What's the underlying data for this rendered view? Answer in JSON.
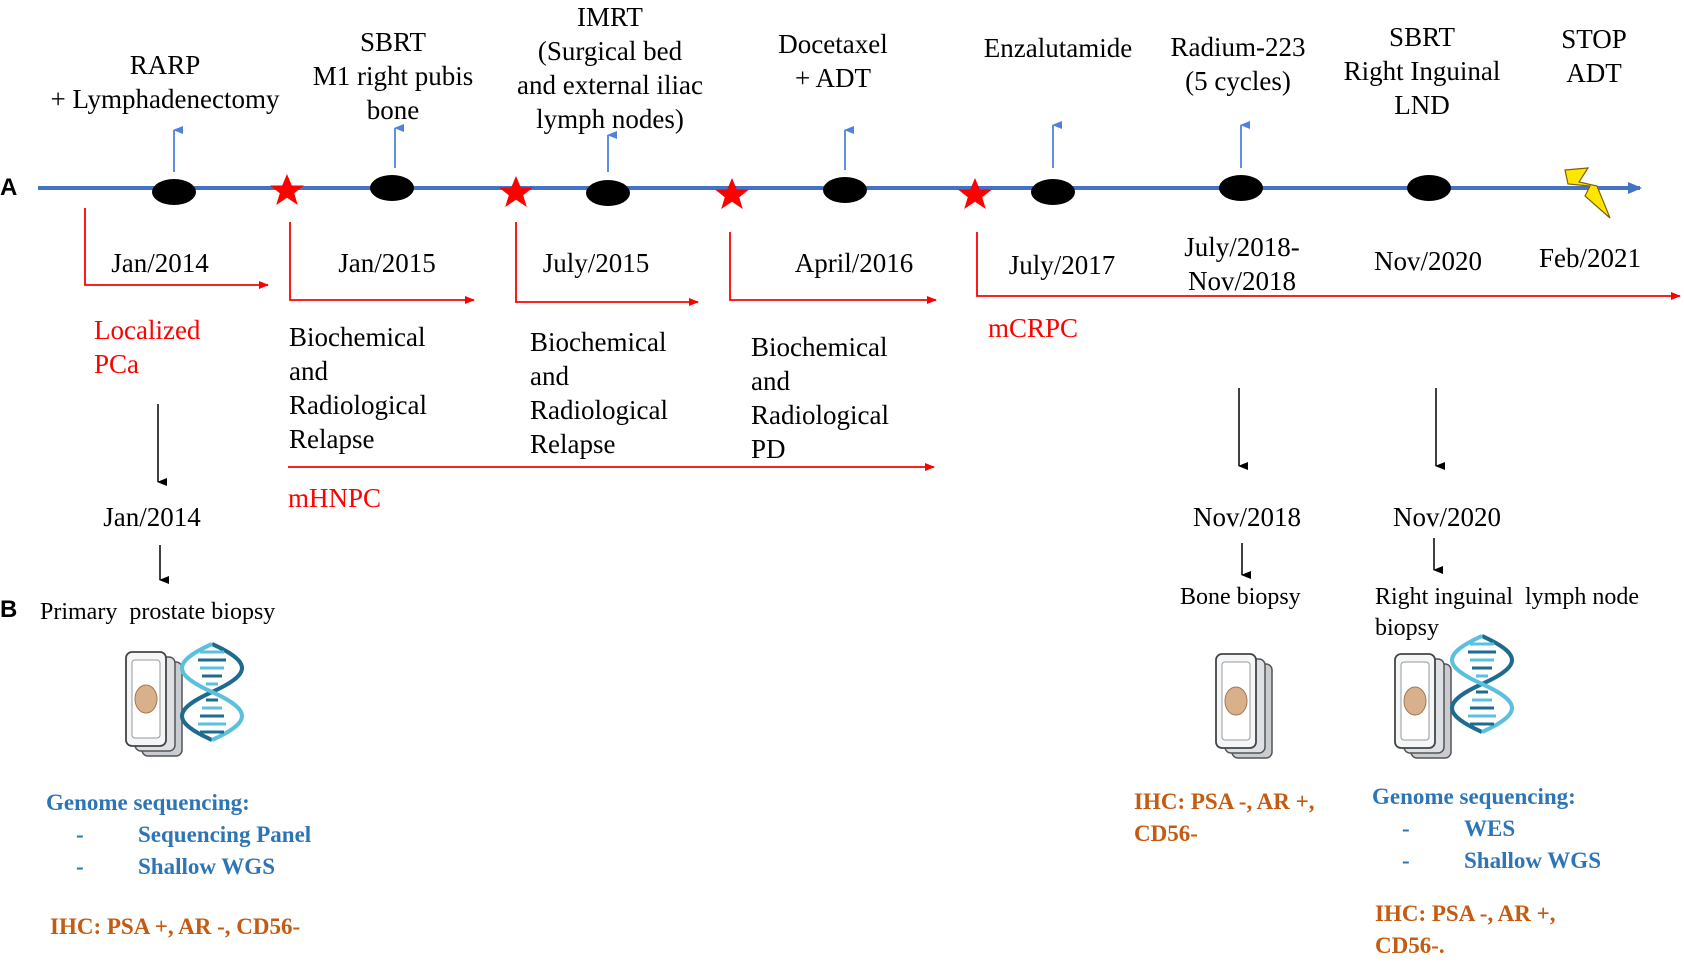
{
  "panel_labels": {
    "a": "A",
    "b": "B"
  },
  "events": [
    {
      "treatment": [
        "RARP",
        "+ Lymphadenectomy"
      ],
      "date": [
        "Jan/2014"
      ]
    },
    {
      "treatment": [
        "SBRT",
        "M1 right pubis",
        "bone"
      ],
      "date": [
        "Jan/2015"
      ]
    },
    {
      "treatment": [
        "IMRT",
        "(Surgical bed",
        "and external iliac",
        "lymph nodes)"
      ],
      "date": [
        "July/2015"
      ]
    },
    {
      "treatment": [
        "Docetaxel",
        "+ ADT"
      ],
      "date": [
        "April/2016"
      ]
    },
    {
      "treatment": [
        "Enzalutamide"
      ],
      "date": [
        "July/2017"
      ]
    },
    {
      "treatment": [
        "Radium-223",
        "(5 cycles)"
      ],
      "date": [
        "July/2018-",
        "Nov/2018"
      ]
    },
    {
      "treatment": [
        "SBRT",
        "Right Inguinal",
        "LND"
      ],
      "date": [
        "Nov/2020"
      ]
    },
    {
      "treatment": [
        "STOP",
        "ADT"
      ],
      "date": [
        "Feb/2021"
      ]
    }
  ],
  "phases": {
    "localized": [
      "Localized",
      "PCa"
    ],
    "mhnpc": "mHNPC",
    "mcrpc": "mCRPC"
  },
  "relapses": [
    [
      "Biochemical",
      "and",
      "Radiological",
      "Relapse"
    ],
    [
      "Biochemical",
      "and",
      "Radiological",
      "Relapse"
    ],
    [
      "Biochemical",
      "and",
      "Radiological",
      "PD"
    ]
  ],
  "samples": [
    {
      "date": "Jan/2014",
      "name": [
        "Primary  prostate biopsy"
      ],
      "genome_title": "Genome sequencing:",
      "genome_items": [
        "Sequencing Panel",
        "Shallow WGS"
      ],
      "ihc": [
        "IHC: PSA +, AR -, CD56-"
      ]
    },
    {
      "date": "Nov/2018",
      "name": [
        "Bone biopsy"
      ],
      "ihc": [
        "IHC: PSA -, AR +,",
        "CD56-"
      ]
    },
    {
      "date": "Nov/2020",
      "name": [
        "Right inguinal  lymph node",
        "biopsy"
      ],
      "genome_title": "Genome sequencing:",
      "genome_items": [
        "WES",
        "Shallow WGS"
      ],
      "ihc": [
        "IHC: PSA -, AR +,",
        "CD56-."
      ]
    }
  ],
  "colors": {
    "timeline": "#4472c4",
    "event_arrow": "#4f81e0",
    "phase": "#ff0000",
    "genome": "#2e75b6",
    "ihc": "#c55a11",
    "lightning": "#ffe600"
  },
  "icons": [
    "black-oval-marker-icon",
    "red-star-icon",
    "lightning-bolt-icon",
    "microscope-slide-icon",
    "dna-helix-icon"
  ]
}
